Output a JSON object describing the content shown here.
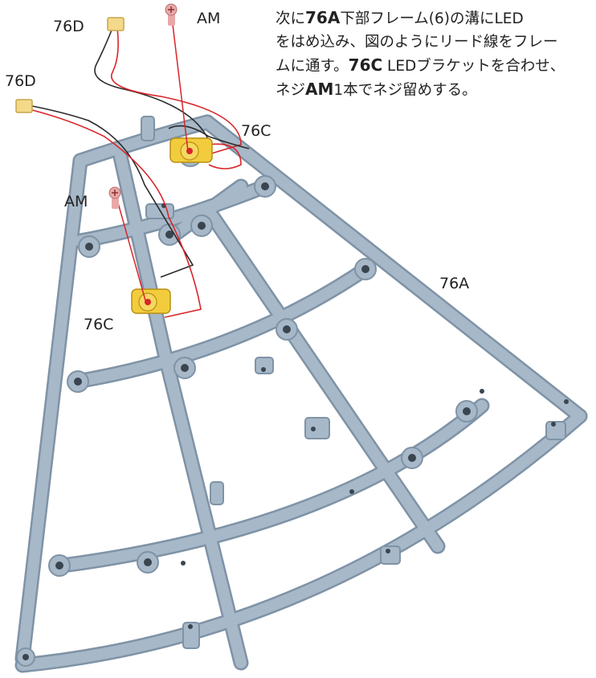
{
  "instruction": {
    "line1_pre": "次に",
    "part_76a": "76A",
    "line1_post": "下部フレーム(6)の溝にLED",
    "line2": "をはめ込み、図のようにリード線をフレー",
    "line3_pre": "ムに通す。",
    "part_76c": "76C",
    "line3_post": " LEDブラケットを合わせ、",
    "line4_pre": "ネジ",
    "part_am": "AM",
    "line4_post": "1本でネジ留めする。"
  },
  "labels": {
    "connector_top": "76D",
    "connector_left": "76D",
    "screw_top": "AM",
    "screw_mid": "AM",
    "bracket_top": "76C",
    "bracket_mid": "76C",
    "frame": "76A"
  },
  "colors": {
    "frame": "#a7b8c8",
    "frame_edge": "#7f93a6",
    "led_bracket": "#f2cc3c",
    "red_wire": "#d8252b",
    "black_wire": "#2a2a2a",
    "connector": "#f4d98a",
    "screw": "#e9a8a8"
  }
}
